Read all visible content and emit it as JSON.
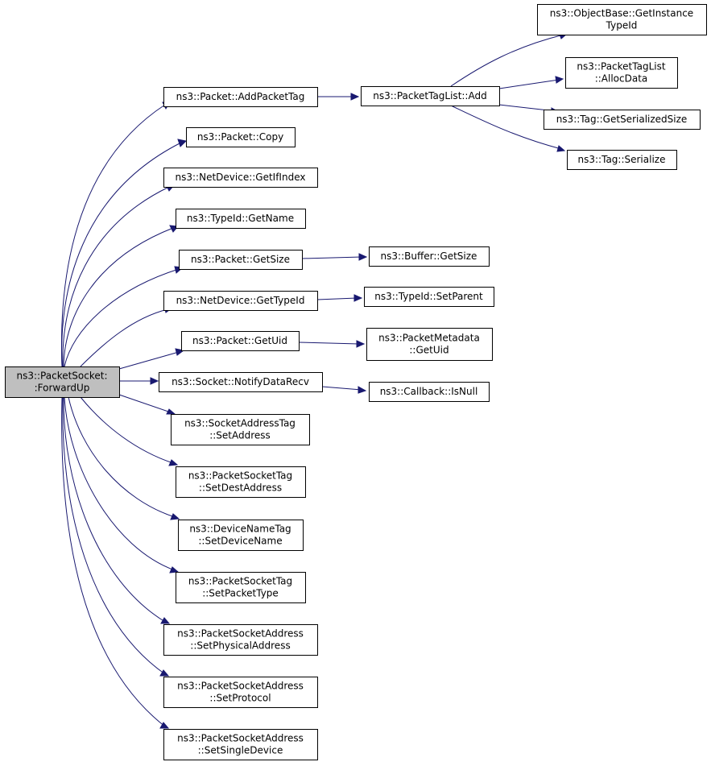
{
  "diagram": {
    "type": "call-graph",
    "edge_color": "#191970",
    "root_fill": "#bfbfbf",
    "nodes": {
      "forwardup": [
        "ns3::PacketSocket:",
        ":ForwardUp"
      ],
      "add_packet_tag": [
        "ns3::Packet::AddPacketTag"
      ],
      "packet_copy": [
        "ns3::Packet::Copy"
      ],
      "get_if_index": [
        "ns3::NetDevice::GetIfIndex"
      ],
      "typeid_get_name": [
        "ns3::TypeId::GetName"
      ],
      "packet_get_size": [
        "ns3::Packet::GetSize"
      ],
      "netdevice_get_typeid": [
        "ns3::NetDevice::GetTypeId"
      ],
      "packet_get_uid": [
        "ns3::Packet::GetUid"
      ],
      "notify_data_recv": [
        "ns3::Socket::NotifyDataRecv"
      ],
      "socket_address_tag_set_address": [
        "ns3::SocketAddressTag",
        "::SetAddress"
      ],
      "packet_socket_tag_set_dest_address": [
        "ns3::PacketSocketTag",
        "::SetDestAddress"
      ],
      "device_name_tag_set_device_name": [
        "ns3::DeviceNameTag",
        "::SetDeviceName"
      ],
      "packet_socket_tag_set_packet_type": [
        "ns3::PacketSocketTag",
        "::SetPacketType"
      ],
      "psa_set_physical_address": [
        "ns3::PacketSocketAddress",
        "::SetPhysicalAddress"
      ],
      "psa_set_protocol": [
        "ns3::PacketSocketAddress",
        "::SetProtocol"
      ],
      "psa_set_single_device": [
        "ns3::PacketSocketAddress",
        "::SetSingleDevice"
      ],
      "packet_tag_list_add": [
        "ns3::PacketTagList::Add"
      ],
      "object_base_get_instance_typeid": [
        "ns3::ObjectBase::GetInstance",
        "TypeId"
      ],
      "packet_tag_list_alloc_data": [
        "ns3::PacketTagList",
        "::AllocData"
      ],
      "tag_get_serialized_size": [
        "ns3::Tag::GetSerializedSize"
      ],
      "tag_serialize": [
        "ns3::Tag::Serialize"
      ],
      "buffer_get_size": [
        "ns3::Buffer::GetSize"
      ],
      "typeid_set_parent": [
        "ns3::TypeId::SetParent"
      ],
      "packet_metadata_get_uid": [
        "ns3::PacketMetadata",
        "::GetUid"
      ],
      "callback_is_null": [
        "ns3::Callback::IsNull"
      ]
    },
    "edges": [
      [
        "forwardup",
        "add_packet_tag"
      ],
      [
        "forwardup",
        "packet_copy"
      ],
      [
        "forwardup",
        "get_if_index"
      ],
      [
        "forwardup",
        "typeid_get_name"
      ],
      [
        "forwardup",
        "packet_get_size"
      ],
      [
        "forwardup",
        "netdevice_get_typeid"
      ],
      [
        "forwardup",
        "packet_get_uid"
      ],
      [
        "forwardup",
        "notify_data_recv"
      ],
      [
        "forwardup",
        "socket_address_tag_set_address"
      ],
      [
        "forwardup",
        "packet_socket_tag_set_dest_address"
      ],
      [
        "forwardup",
        "device_name_tag_set_device_name"
      ],
      [
        "forwardup",
        "packet_socket_tag_set_packet_type"
      ],
      [
        "forwardup",
        "psa_set_physical_address"
      ],
      [
        "forwardup",
        "psa_set_protocol"
      ],
      [
        "forwardup",
        "psa_set_single_device"
      ],
      [
        "add_packet_tag",
        "packet_tag_list_add"
      ],
      [
        "packet_tag_list_add",
        "object_base_get_instance_typeid"
      ],
      [
        "packet_tag_list_add",
        "packet_tag_list_alloc_data"
      ],
      [
        "packet_tag_list_add",
        "tag_get_serialized_size"
      ],
      [
        "packet_tag_list_add",
        "tag_serialize"
      ],
      [
        "packet_get_size",
        "buffer_get_size"
      ],
      [
        "netdevice_get_typeid",
        "typeid_set_parent"
      ],
      [
        "packet_get_uid",
        "packet_metadata_get_uid"
      ],
      [
        "notify_data_recv",
        "callback_is_null"
      ]
    ]
  }
}
